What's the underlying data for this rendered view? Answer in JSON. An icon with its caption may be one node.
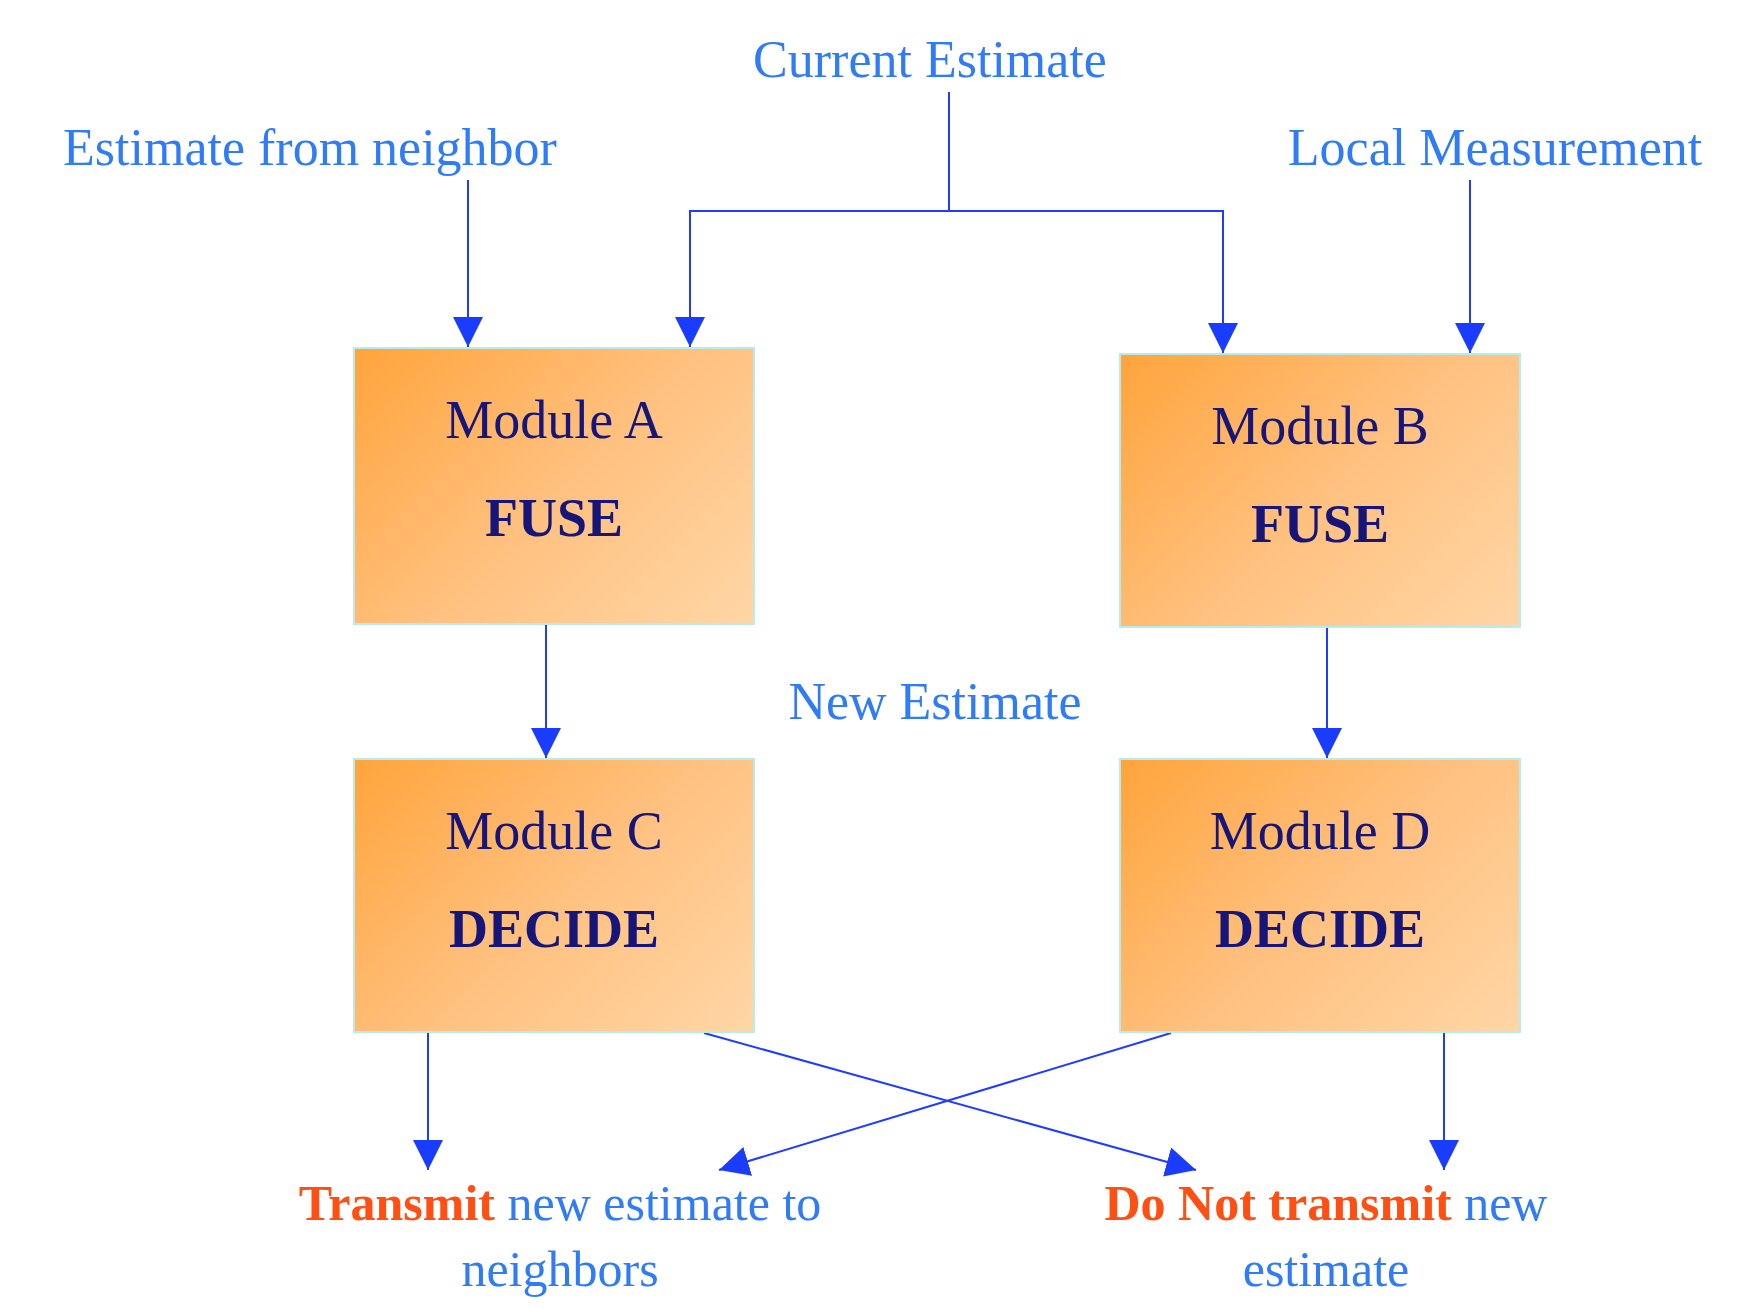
{
  "diagram": {
    "nodes": [
      {
        "text": [
          "Current Estimate"
        ]
      },
      {
        "text": [
          "Estimate from neighbor"
        ]
      },
      {
        "text": [
          "Local Measurement"
        ]
      },
      {
        "text": [
          "Module A",
          "FUSE"
        ]
      },
      {
        "text": [
          "Module B",
          "FUSE"
        ]
      },
      {
        "text": [
          "Module C",
          "DECIDE"
        ]
      },
      {
        "text": [
          "Module D",
          "DECIDE"
        ]
      },
      {
        "text": [
          "**Transmit** new estimate to neighbors"
        ]
      },
      {
        "text": [
          "**Do Not transmit** new estimate"
        ]
      }
    ],
    "edges": [
      {
        "from": 0,
        "to": 3,
        "arrow": "to"
      },
      {
        "from": 0,
        "to": 4,
        "arrow": "to"
      },
      {
        "from": 1,
        "to": 3,
        "arrow": "to"
      },
      {
        "from": 2,
        "to": 4,
        "arrow": "to"
      },
      {
        "from": 3,
        "to": 5,
        "arrow": "to"
      },
      {
        "from": 4,
        "to": 6,
        "arrow": "to"
      },
      {
        "from": 5,
        "to": 7,
        "arrow": "to"
      },
      {
        "from": 5,
        "to": 8,
        "arrow": "to"
      },
      {
        "from": 6,
        "to": 7,
        "arrow": "to"
      },
      {
        "from": 6,
        "to": 8,
        "arrow": "to"
      }
    ],
    "labels": [
      "New Estimate"
    ]
  }
}
